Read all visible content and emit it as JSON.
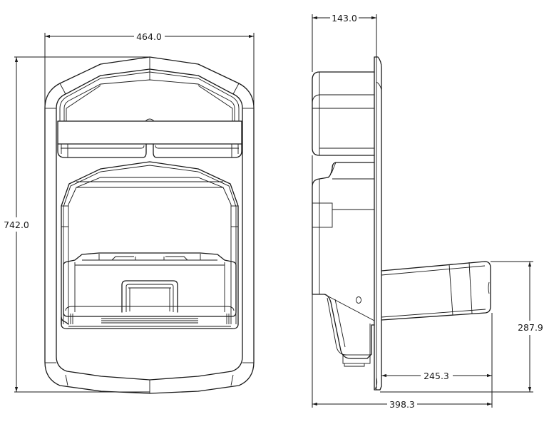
{
  "drawing": {
    "type": "technical-drawing",
    "units": "mm",
    "line_color": "#1a1a1a",
    "background": "#ffffff",
    "views": [
      {
        "name": "front-view",
        "dimensions": {
          "width": {
            "label": "464.0",
            "value": 464.0,
            "orientation": "horizontal"
          },
          "height": {
            "label": "742.0",
            "value": 742.0,
            "orientation": "vertical"
          }
        }
      },
      {
        "name": "side-view",
        "dimensions": {
          "body_depth": {
            "label": "143.0",
            "value": 143.0,
            "orientation": "horizontal"
          },
          "arm_height": {
            "label": "287.9",
            "value": 287.9,
            "orientation": "vertical"
          },
          "arm_projection": {
            "label": "245.3",
            "value": 245.3,
            "orientation": "horizontal"
          },
          "total_depth": {
            "label": "398.3",
            "value": 398.3,
            "orientation": "horizontal"
          }
        }
      }
    ]
  }
}
